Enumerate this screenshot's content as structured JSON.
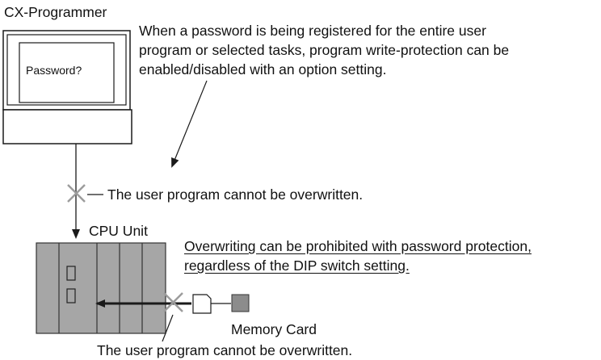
{
  "labels": {
    "pc": "CX-Programmer",
    "dialog": "Password?",
    "note_lines": [
      "When a password is being registered for the entire user",
      "program or selected tasks, program write-protection can be",
      "enabled/disabled with an option setting."
    ],
    "blocked_top": "The user program cannot be overwritten.",
    "cpu": "CPU Unit",
    "protect_lines": [
      "Overwriting can be prohibited with password protection,",
      "regardless of the DIP switch setting."
    ],
    "memory_card": "Memory Card",
    "blocked_bottom": "The user program cannot be overwritten."
  },
  "colors": {
    "cpu_fill": "#a6a6a6",
    "block_mark": "#9c9c9c",
    "card_fill": "#8c8c8c",
    "line": "#1a1a1a"
  },
  "icons": [
    "computer-icon",
    "block-x-icon",
    "cpu-unit-icon",
    "memory-card-icon",
    "adapter-icon",
    "arrow-icon"
  ]
}
